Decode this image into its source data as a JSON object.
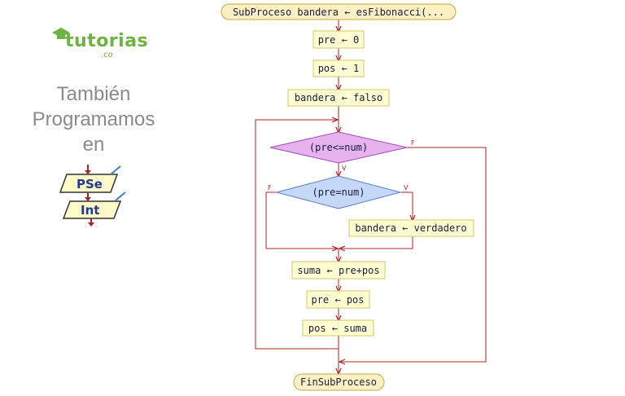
{
  "logo": {
    "name": "tutorias",
    "domain": ".co"
  },
  "promo_lines": [
    "También",
    "Programamos",
    "en"
  ],
  "pseint_logo": {
    "top": "PSe",
    "bottom": "Int"
  },
  "flowchart": {
    "start": "SubProceso bandera ← esFibonacci(...",
    "step1": "pre ← 0",
    "step2": "pos ← 1",
    "step3": "bandera ← falso",
    "cond_outer": "(pre<=num)",
    "cond_inner": "(pre=num)",
    "assign_true": "bandera ← verdadero",
    "step4": "suma ← pre+pos",
    "step5": "pre ← pos",
    "step6": "pos ← suma",
    "end": "FinSubProceso",
    "label_true": "V",
    "label_false": "F"
  },
  "colors": {
    "arrow": "#b22222",
    "box_fill": "#ffffd2",
    "box_stroke": "#d6c46a",
    "outer_diamond": "#e6b3ef",
    "outer_diamond_stroke": "#a24cb8",
    "inner_diamond": "#c6d8f8",
    "inner_diamond_stroke": "#5b7fc9",
    "terminal_fill": "#fdf1c4",
    "terminal_stroke": "#c9a548"
  }
}
